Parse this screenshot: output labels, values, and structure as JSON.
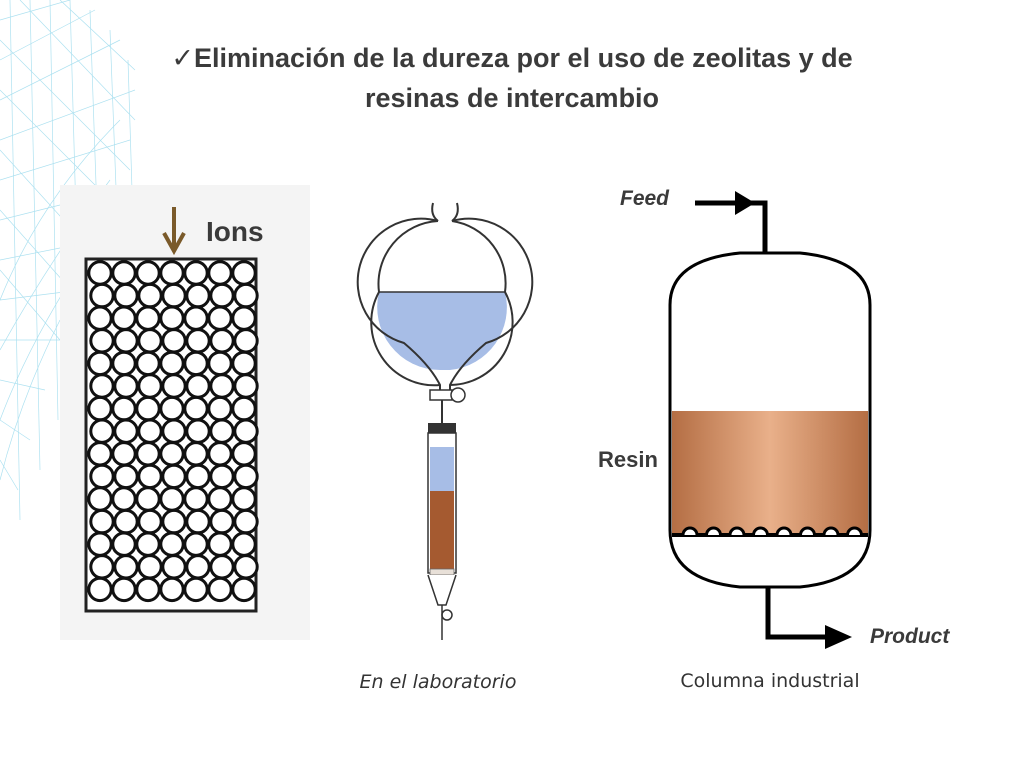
{
  "title": {
    "check_mark": "✓",
    "line1": "Eliminación de la dureza por el uso de zeolitas y de",
    "line2": "resinas de intercambio"
  },
  "zeolite": {
    "arrow_label": "Ions",
    "arrow_icon": "arrow-down-icon"
  },
  "lab": {
    "caption": "En el laboratorio"
  },
  "industrial": {
    "feed_label": "Feed",
    "resin_label": "Resin",
    "product_label": "Product",
    "caption": "Columna industrial"
  },
  "colors": {
    "water": "#a7bde6",
    "resin": "#c8865e",
    "lab_resin": "#a55a30",
    "deco": "#8fd6ea"
  }
}
